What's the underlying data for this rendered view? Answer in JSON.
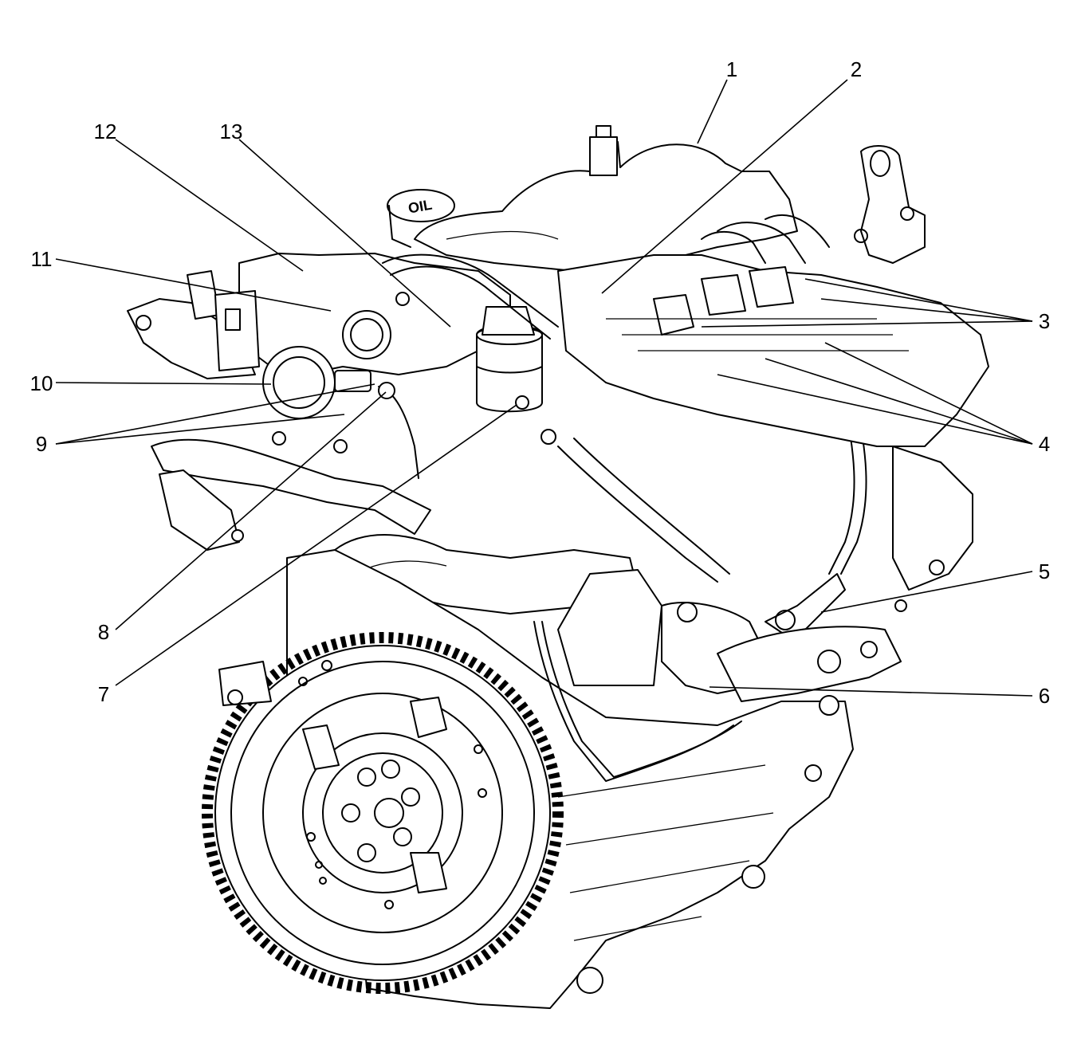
{
  "figure": {
    "subject": "engine-assembly-rear-view",
    "callouts": [
      {
        "id": "c1",
        "label": "1"
      },
      {
        "id": "c2",
        "label": "2"
      },
      {
        "id": "c3",
        "label": "3"
      },
      {
        "id": "c4",
        "label": "4"
      },
      {
        "id": "c5",
        "label": "5"
      },
      {
        "id": "c6",
        "label": "6"
      },
      {
        "id": "c7",
        "label": "7"
      },
      {
        "id": "c8",
        "label": "8"
      },
      {
        "id": "c9",
        "label": "9"
      },
      {
        "id": "c10",
        "label": "10"
      },
      {
        "id": "c11",
        "label": "11"
      },
      {
        "id": "c12",
        "label": "12"
      },
      {
        "id": "c13",
        "label": "13"
      }
    ],
    "oil_cap_text": "OIL"
  }
}
